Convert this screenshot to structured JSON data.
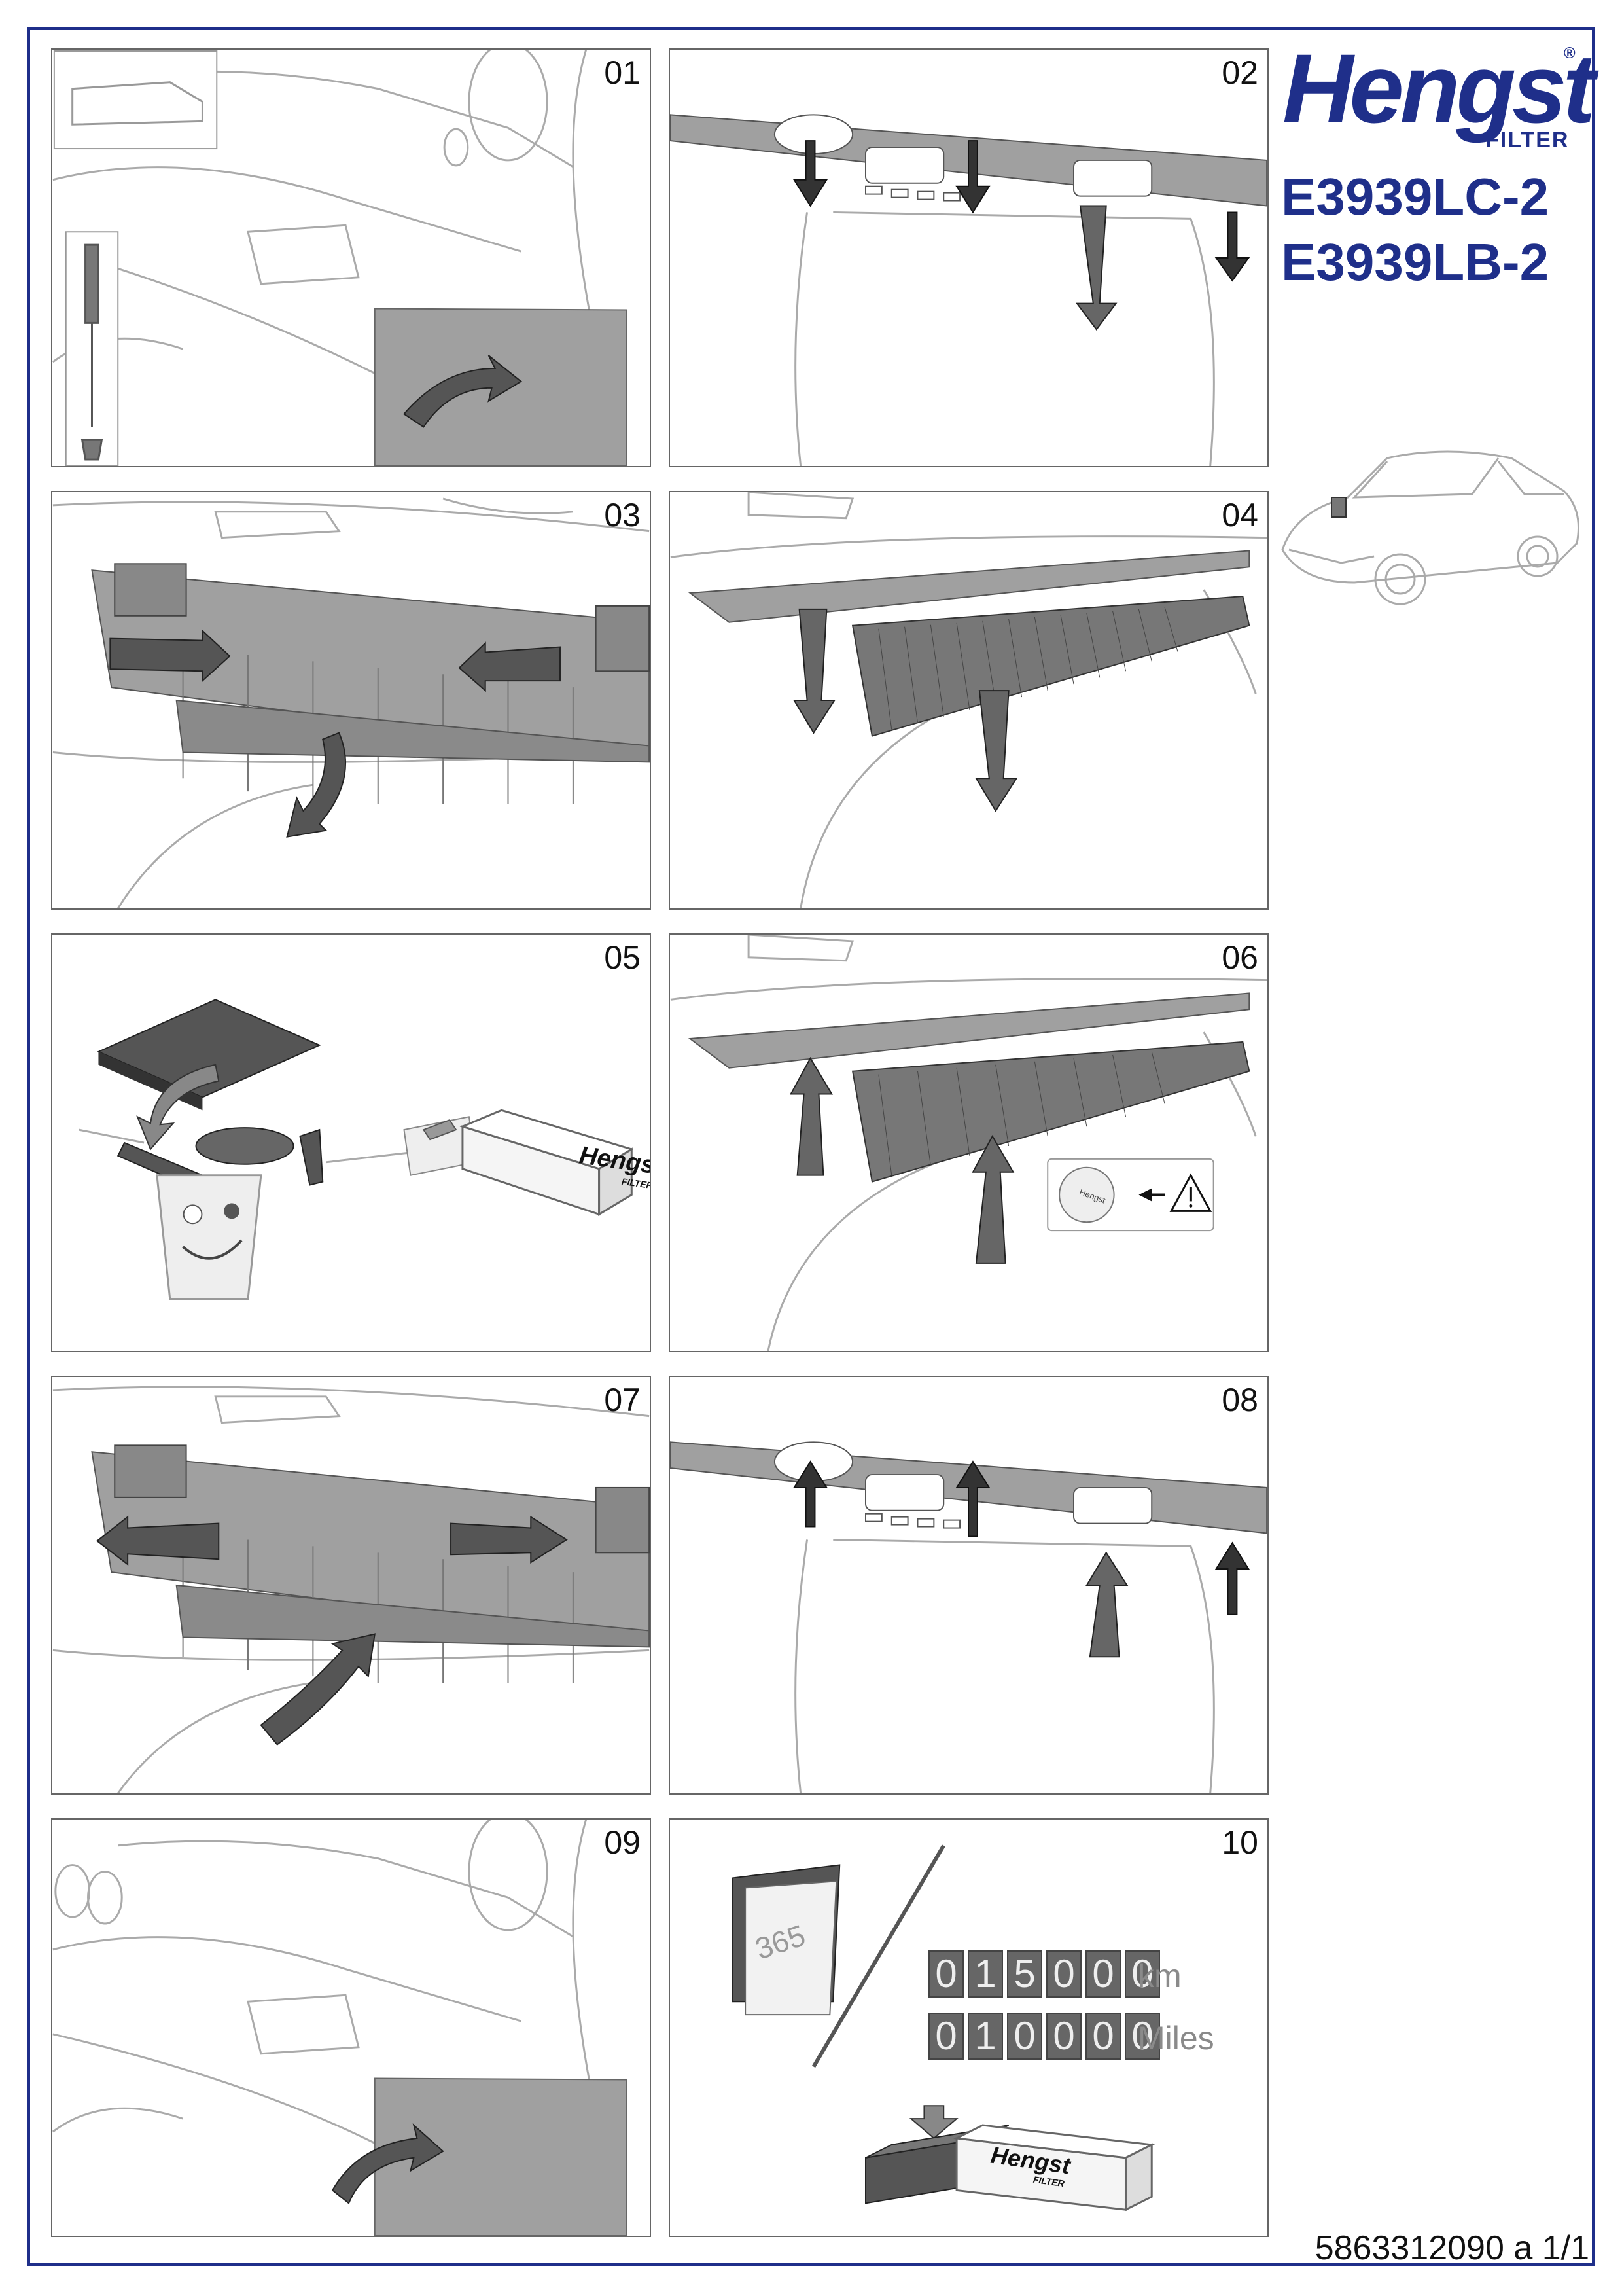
{
  "brand": {
    "logo_text": "Hengst",
    "logo_registered": "®",
    "logo_subtitle": "FILTER"
  },
  "models": [
    "E3939LC-2",
    "E3939LB-2"
  ],
  "steps": [
    {
      "number": "01"
    },
    {
      "number": "02"
    },
    {
      "number": "03"
    },
    {
      "number": "04"
    },
    {
      "number": "05"
    },
    {
      "number": "06"
    },
    {
      "number": "07"
    },
    {
      "number": "08"
    },
    {
      "number": "09"
    },
    {
      "number": "10"
    }
  ],
  "step05": {
    "box_logo": "Hengst",
    "box_sub": "FILTER"
  },
  "step06": {
    "label_text": "Hengst"
  },
  "step10": {
    "calendar_days": "365",
    "km_digits": [
      "0",
      "1",
      "5",
      "0",
      "0",
      "0"
    ],
    "km_unit": "km",
    "miles_digits": [
      "0",
      "1",
      "0",
      "0",
      "0",
      "0"
    ],
    "miles_unit": "Miles",
    "box_logo": "Hengst",
    "box_sub": "FILTER"
  },
  "footer": {
    "doc_code": "5863312090 a 1/1"
  },
  "colors": {
    "brand_blue": "#1f2f8a",
    "line": "#666666",
    "arrow": "#555555",
    "part_fill": "#a0a0a0"
  }
}
